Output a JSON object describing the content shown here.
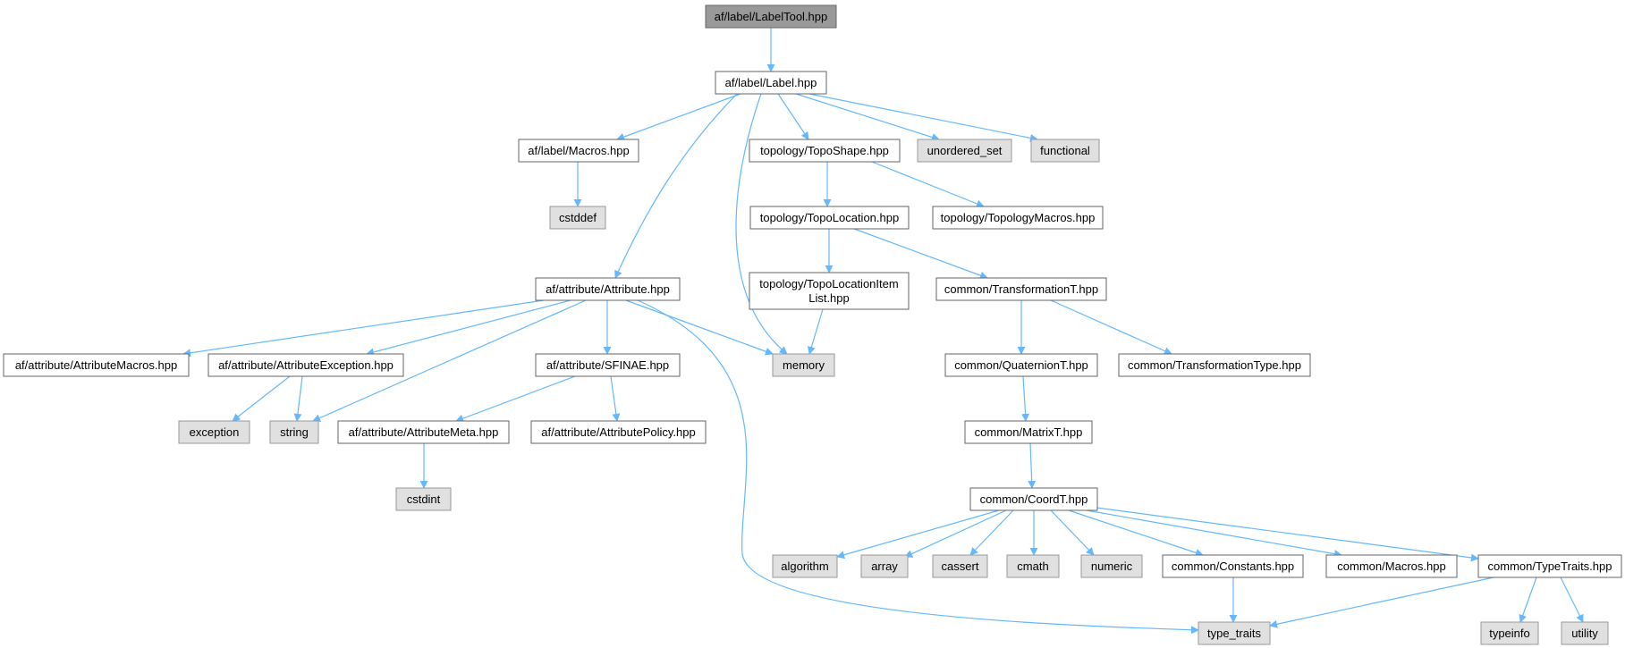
{
  "graph": {
    "colors": {
      "root_fill": "#999999",
      "root_border": "#666666",
      "local_fill": "#ffffff",
      "local_border": "#666666",
      "system_fill": "#e0e0e0",
      "system_border": "#999999",
      "edge": "#63b8ff"
    },
    "nodes": [
      {
        "id": "labeltool",
        "kind": "root",
        "lines": [
          "af/label/LabelTool.hpp"
        ]
      },
      {
        "id": "label",
        "kind": "local",
        "lines": [
          "af/label/Label.hpp"
        ]
      },
      {
        "id": "macros_label",
        "kind": "local",
        "lines": [
          "af/label/Macros.hpp"
        ]
      },
      {
        "id": "toposhape",
        "kind": "local",
        "lines": [
          "topology/TopoShape.hpp"
        ]
      },
      {
        "id": "unordered_set",
        "kind": "system",
        "lines": [
          "unordered_set"
        ]
      },
      {
        "id": "functional",
        "kind": "system",
        "lines": [
          "functional"
        ]
      },
      {
        "id": "cstddef",
        "kind": "system",
        "lines": [
          "cstddef"
        ]
      },
      {
        "id": "topolocation",
        "kind": "local",
        "lines": [
          "topology/TopoLocation.hpp"
        ]
      },
      {
        "id": "topologymacros",
        "kind": "local",
        "lines": [
          "topology/TopologyMacros.hpp"
        ]
      },
      {
        "id": "attribute",
        "kind": "local",
        "lines": [
          "af/attribute/Attribute.hpp"
        ]
      },
      {
        "id": "topolocationitemlist",
        "kind": "local",
        "lines": [
          "topology/TopoLocationItem",
          "List.hpp"
        ]
      },
      {
        "id": "transformationT",
        "kind": "local",
        "lines": [
          "common/TransformationT.hpp"
        ]
      },
      {
        "id": "attributemacros",
        "kind": "local",
        "lines": [
          "af/attribute/AttributeMacros.hpp"
        ]
      },
      {
        "id": "attributeexception",
        "kind": "local",
        "lines": [
          "af/attribute/AttributeException.hpp"
        ]
      },
      {
        "id": "sfinae",
        "kind": "local",
        "lines": [
          "af/attribute/SFINAE.hpp"
        ]
      },
      {
        "id": "memory",
        "kind": "system",
        "lines": [
          "memory"
        ]
      },
      {
        "id": "quaternionT",
        "kind": "local",
        "lines": [
          "common/QuaternionT.hpp"
        ]
      },
      {
        "id": "transformationtype",
        "kind": "local",
        "lines": [
          "common/TransformationType.hpp"
        ]
      },
      {
        "id": "exception",
        "kind": "system",
        "lines": [
          "exception"
        ]
      },
      {
        "id": "string",
        "kind": "system",
        "lines": [
          "string"
        ]
      },
      {
        "id": "attributemeta",
        "kind": "local",
        "lines": [
          "af/attribute/AttributeMeta.hpp"
        ]
      },
      {
        "id": "attributepolicy",
        "kind": "local",
        "lines": [
          "af/attribute/AttributePolicy.hpp"
        ]
      },
      {
        "id": "matrixT",
        "kind": "local",
        "lines": [
          "common/MatrixT.hpp"
        ]
      },
      {
        "id": "cstdint",
        "kind": "system",
        "lines": [
          "cstdint"
        ]
      },
      {
        "id": "coordT",
        "kind": "local",
        "lines": [
          "common/CoordT.hpp"
        ]
      },
      {
        "id": "algorithm",
        "kind": "system",
        "lines": [
          "algorithm"
        ]
      },
      {
        "id": "array",
        "kind": "system",
        "lines": [
          "array"
        ]
      },
      {
        "id": "cassert",
        "kind": "system",
        "lines": [
          "cassert"
        ]
      },
      {
        "id": "cmath",
        "kind": "system",
        "lines": [
          "cmath"
        ]
      },
      {
        "id": "numeric",
        "kind": "system",
        "lines": [
          "numeric"
        ]
      },
      {
        "id": "constants",
        "kind": "local",
        "lines": [
          "common/Constants.hpp"
        ]
      },
      {
        "id": "macros_common",
        "kind": "local",
        "lines": [
          "common/Macros.hpp"
        ]
      },
      {
        "id": "typetraits_common",
        "kind": "local",
        "lines": [
          "common/TypeTraits.hpp"
        ]
      },
      {
        "id": "type_traits",
        "kind": "system",
        "lines": [
          "type_traits"
        ]
      },
      {
        "id": "typeinfo",
        "kind": "system",
        "lines": [
          "typeinfo"
        ]
      },
      {
        "id": "utility",
        "kind": "system",
        "lines": [
          "utility"
        ]
      }
    ],
    "edges": [
      {
        "from": "labeltool",
        "to": "label"
      },
      {
        "from": "label",
        "to": "macros_label"
      },
      {
        "from": "label",
        "to": "attribute"
      },
      {
        "from": "label",
        "to": "memory"
      },
      {
        "from": "label",
        "to": "toposhape"
      },
      {
        "from": "label",
        "to": "unordered_set"
      },
      {
        "from": "label",
        "to": "functional"
      },
      {
        "from": "macros_label",
        "to": "cstddef"
      },
      {
        "from": "toposhape",
        "to": "topolocation"
      },
      {
        "from": "toposhape",
        "to": "topologymacros"
      },
      {
        "from": "topolocation",
        "to": "topolocationitemlist"
      },
      {
        "from": "topolocation",
        "to": "transformationT"
      },
      {
        "from": "topolocationitemlist",
        "to": "memory"
      },
      {
        "from": "attribute",
        "to": "attributemacros"
      },
      {
        "from": "attribute",
        "to": "attributeexception"
      },
      {
        "from": "attribute",
        "to": "string"
      },
      {
        "from": "attribute",
        "to": "sfinae"
      },
      {
        "from": "attribute",
        "to": "memory"
      },
      {
        "from": "attribute",
        "to": "type_traits"
      },
      {
        "from": "attributeexception",
        "to": "exception"
      },
      {
        "from": "attributeexception",
        "to": "string"
      },
      {
        "from": "sfinae",
        "to": "attributemeta"
      },
      {
        "from": "sfinae",
        "to": "attributepolicy"
      },
      {
        "from": "attributemeta",
        "to": "cstdint"
      },
      {
        "from": "transformationT",
        "to": "quaternionT"
      },
      {
        "from": "transformationT",
        "to": "transformationtype"
      },
      {
        "from": "quaternionT",
        "to": "matrixT"
      },
      {
        "from": "matrixT",
        "to": "coordT"
      },
      {
        "from": "coordT",
        "to": "algorithm"
      },
      {
        "from": "coordT",
        "to": "array"
      },
      {
        "from": "coordT",
        "to": "cassert"
      },
      {
        "from": "coordT",
        "to": "cmath"
      },
      {
        "from": "coordT",
        "to": "numeric"
      },
      {
        "from": "coordT",
        "to": "constants"
      },
      {
        "from": "coordT",
        "to": "macros_common"
      },
      {
        "from": "coordT",
        "to": "typetraits_common"
      },
      {
        "from": "constants",
        "to": "type_traits"
      },
      {
        "from": "typetraits_common",
        "to": "type_traits"
      },
      {
        "from": "typetraits_common",
        "to": "typeinfo"
      },
      {
        "from": "typetraits_common",
        "to": "utility"
      }
    ]
  }
}
